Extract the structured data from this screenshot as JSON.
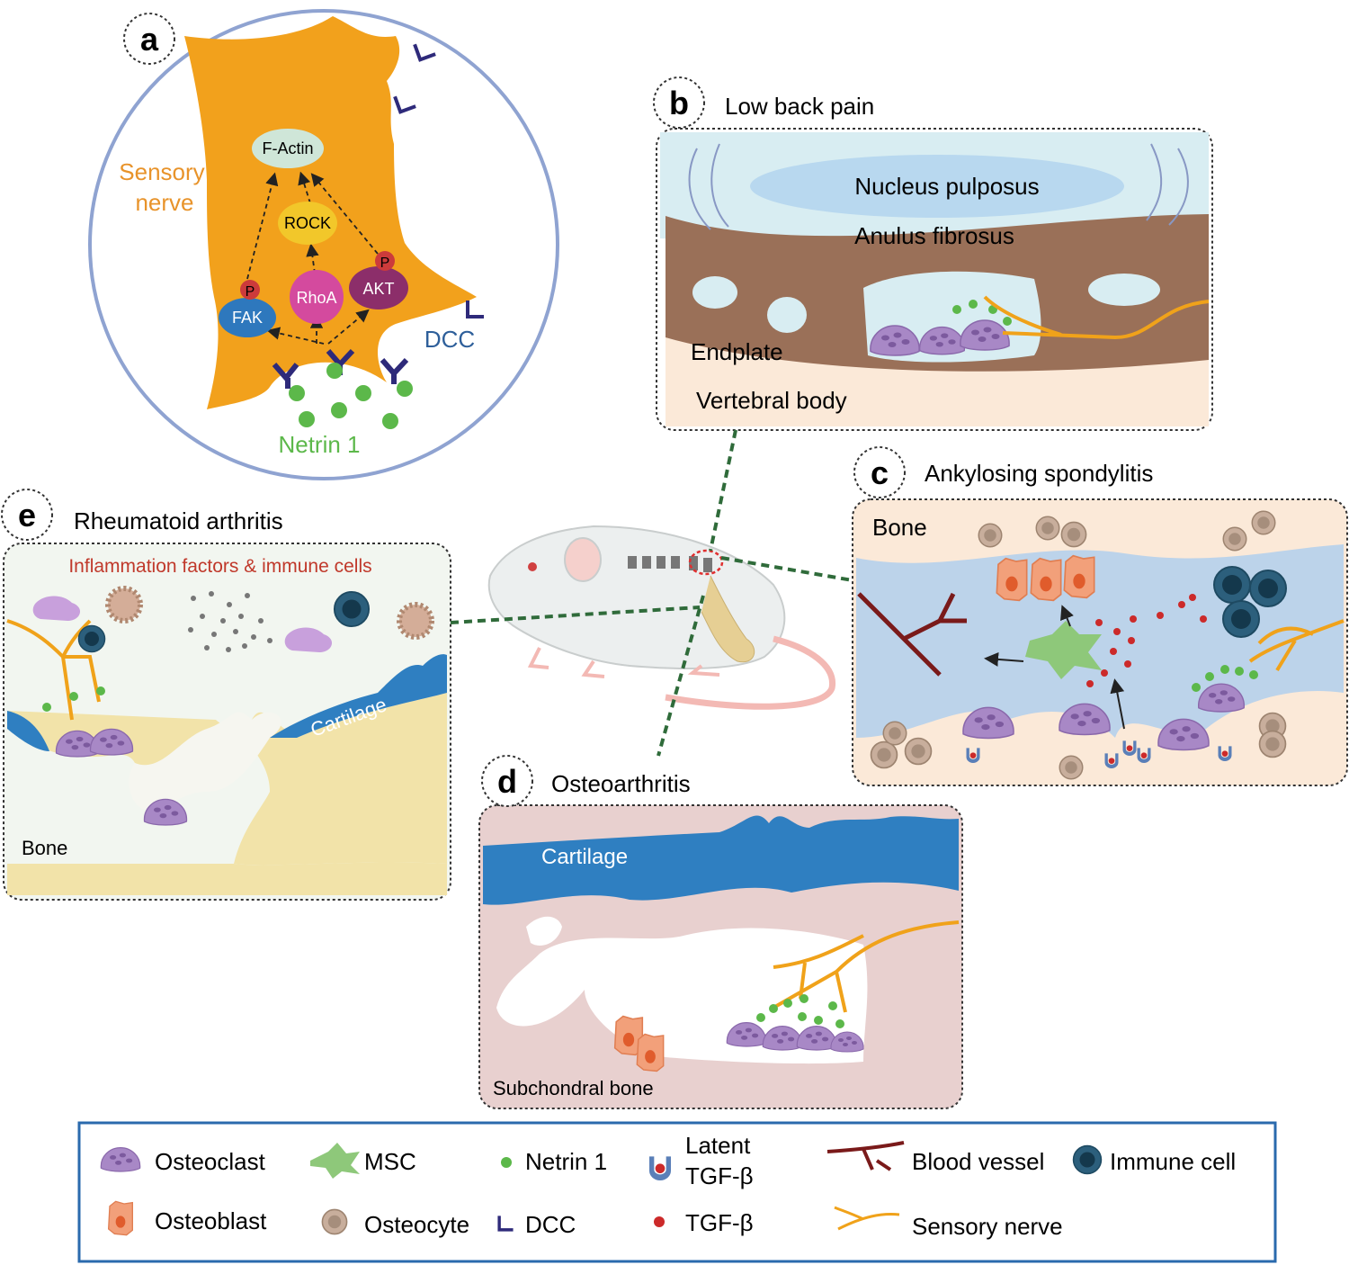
{
  "panels": {
    "a": {
      "letter": "a",
      "sensory_nerve_1": "Sensory",
      "sensory_nerve_2": "nerve",
      "f_actin": "F-Actin",
      "rock": "ROCK",
      "rhoa": "RhoA",
      "akt": "AKT",
      "fak": "FAK",
      "p": "P",
      "dcc": "DCC",
      "netrin": "Netrin 1"
    },
    "b": {
      "letter": "b",
      "title": "Low back pain",
      "nucleus": "Nucleus pulposus",
      "anulus": "Anulus fibrosus",
      "endplate": "Endplate",
      "vertebral": "Vertebral body"
    },
    "c": {
      "letter": "c",
      "title": "Ankylosing spondylitis",
      "bone": "Bone"
    },
    "d": {
      "letter": "d",
      "title": "Osteoarthritis",
      "cartilage": "Cartilage",
      "subchondral": "Subchondral bone"
    },
    "e": {
      "letter": "e",
      "title": "Rheumatoid arthritis",
      "inflammation": "Inflammation factors & immune cells",
      "cartilage": "Cartilage",
      "bone": "Bone"
    }
  },
  "legend": {
    "osteoclast": "Osteoclast",
    "msc": "MSC",
    "netrin": "Netrin 1",
    "latent_1": "Latent",
    "latent_2": "TGF-β",
    "blood_vessel": "Blood vessel",
    "immune_cell": "Immune cell",
    "osteoblast": "Osteoblast",
    "osteocyte": "Osteocyte",
    "dcc": "DCC",
    "tgfb": "TGF-β",
    "sensory_nerve": "Sensory nerve"
  },
  "colors": {
    "nerve": "#f0a21a",
    "netrin": "#5cb84a",
    "dcc": "#2e2a7a",
    "osteoclast": "#a888c6",
    "osteoblast": "#f2a07a",
    "immune": "#2c5f7c",
    "tgfb": "#cc2a2a",
    "vessel": "#7a1a1a",
    "cartilage": "#2f7fc1",
    "fak": "#2e78bd",
    "rhoa": "#d44a9e",
    "akt": "#8c2e6a",
    "rock": "#f2c72a"
  }
}
